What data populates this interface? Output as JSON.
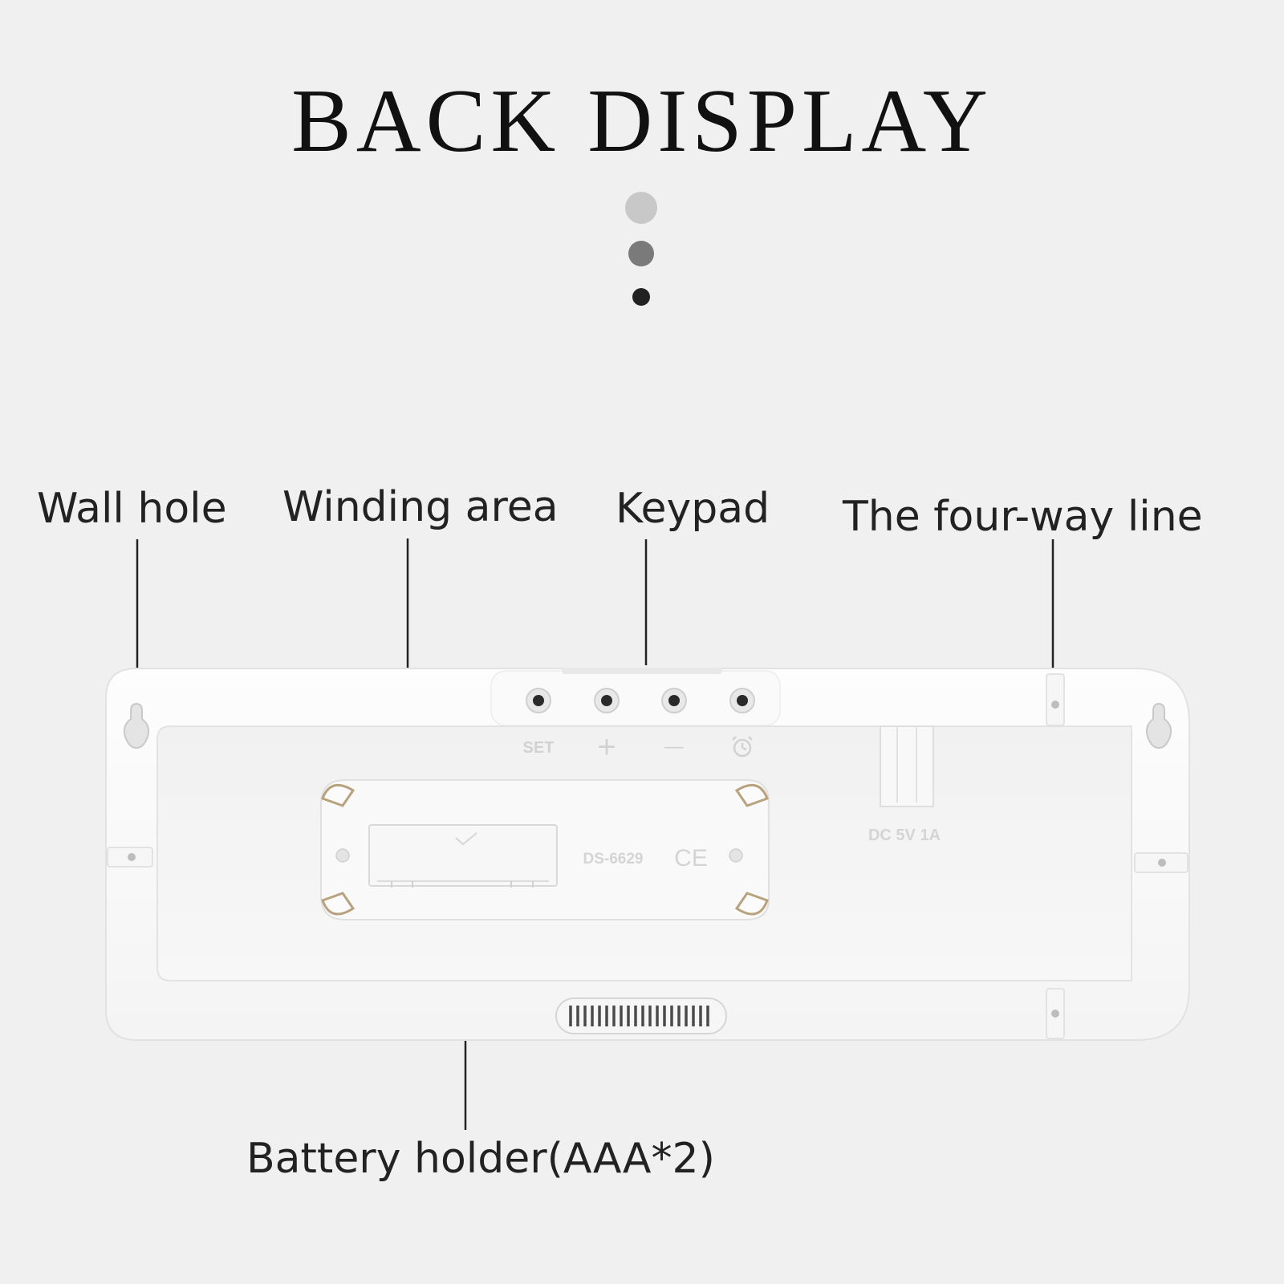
{
  "title": "BACK DISPLAY",
  "callouts": {
    "wall_hole": "Wall hole",
    "winding_area": "Winding area",
    "keypad": "Keypad",
    "four_way_line": "The four-way line",
    "battery_holder": "Battery holder(AAA*2)"
  },
  "device_markings": {
    "set": "SET",
    "plus": "+",
    "minus": "—",
    "model": "DS-6629",
    "ce": "CE",
    "power": "DC 5V 1A"
  },
  "colors": {
    "background": "#f0f0f0",
    "device_body": "#fbfbfb",
    "text": "#222222"
  }
}
